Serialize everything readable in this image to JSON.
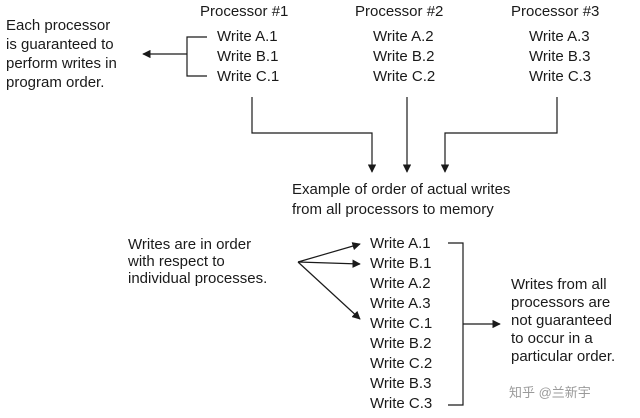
{
  "processors": [
    {
      "title": "Processor #1",
      "writes": [
        "Write A.1",
        "Write B.1",
        "Write C.1"
      ]
    },
    {
      "title": "Processor #2",
      "writes": [
        "Write A.2",
        "Write B.2",
        "Write C.2"
      ]
    },
    {
      "title": "Processor #3",
      "writes": [
        "Write A.3",
        "Write B.3",
        "Write C.3"
      ]
    }
  ],
  "notes": {
    "program_order": [
      "Each processor",
      "is guaranteed to",
      "perform writes in",
      "program order."
    ],
    "example": [
      "Example of order of actual writes",
      "from all processors to memory"
    ],
    "in_order": [
      "Writes are in order",
      "with respect to",
      "individual processes."
    ],
    "not_guaranteed": [
      "Writes from all",
      "processors are",
      "not guaranteed",
      "to occur in a",
      "particular order."
    ]
  },
  "memory_order": [
    "Write A.1",
    "Write B.1",
    "Write A.2",
    "Write A.3",
    "Write C.1",
    "Write B.2",
    "Write C.2",
    "Write B.3",
    "Write C.3"
  ],
  "watermark": "知乎 @兰新宇"
}
